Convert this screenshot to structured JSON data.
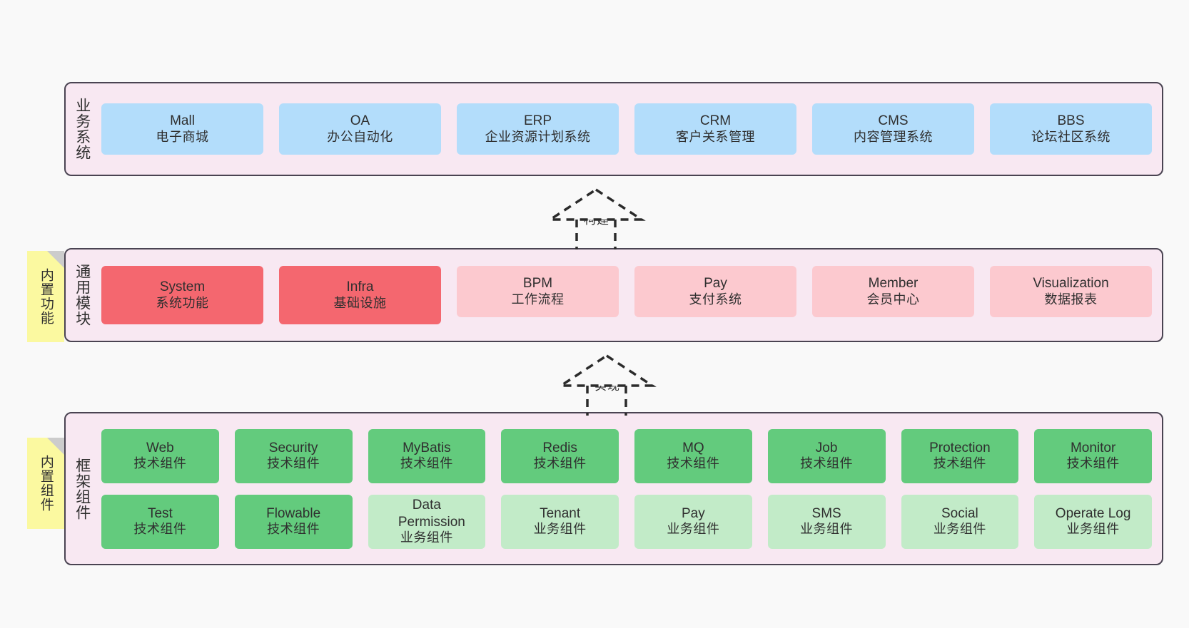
{
  "diagram": {
    "background_color": "#f9f9f9",
    "layer_border_color": "#4a4452",
    "layer_fill_color": "#f8e8f2",
    "sticky_color": "#fbf9a0"
  },
  "layers": [
    {
      "id": "business-system",
      "title": "业务系统",
      "rows": [
        {
          "cells": [
            {
              "en": "Mall",
              "cn": "电子商城",
              "color": "#b3ddfb",
              "style": "c-blue"
            },
            {
              "en": "OA",
              "cn": "办公自动化",
              "color": "#b3ddfb",
              "style": "c-blue"
            },
            {
              "en": "ERP",
              "cn": "企业资源计划系统",
              "color": "#b3ddfb",
              "style": "c-blue"
            },
            {
              "en": "CRM",
              "cn": "客户关系管理",
              "color": "#b3ddfb",
              "style": "c-blue"
            },
            {
              "en": "CMS",
              "cn": "内容管理系统",
              "color": "#b3ddfb",
              "style": "c-blue"
            },
            {
              "en": "BBS",
              "cn": "论坛社区系统",
              "color": "#b3ddfb",
              "style": "c-blue"
            }
          ]
        }
      ]
    },
    {
      "id": "common-module",
      "title": "通用模块",
      "sticky": "内置功能",
      "rows": [
        {
          "cells": [
            {
              "en": "System",
              "cn": "系统功能",
              "color": "#f4676f",
              "style": "c-red"
            },
            {
              "en": "Infra",
              "cn": "基础设施",
              "color": "#f4676f",
              "style": "c-red"
            },
            {
              "en": "BPM",
              "cn": "工作流程",
              "color": "#fcc9cf",
              "style": "c-pink"
            },
            {
              "en": "Pay",
              "cn": "支付系统",
              "color": "#fcc9cf",
              "style": "c-pink"
            },
            {
              "en": "Member",
              "cn": "会员中心",
              "color": "#fcc9cf",
              "style": "c-pink"
            },
            {
              "en": "Visualization",
              "cn": "数据报表",
              "color": "#fcc9cf",
              "style": "c-pink"
            }
          ]
        }
      ]
    },
    {
      "id": "framework-component",
      "title": "框架组件",
      "sticky": "内置组件",
      "rows": [
        {
          "cells": [
            {
              "en": "Web",
              "cn": "技术组件",
              "color": "#63cb7d",
              "style": "c-green"
            },
            {
              "en": "Security",
              "cn": "技术组件",
              "color": "#63cb7d",
              "style": "c-green"
            },
            {
              "en": "MyBatis",
              "cn": "技术组件",
              "color": "#63cb7d",
              "style": "c-green"
            },
            {
              "en": "Redis",
              "cn": "技术组件",
              "color": "#63cb7d",
              "style": "c-green"
            },
            {
              "en": "MQ",
              "cn": "技术组件",
              "color": "#63cb7d",
              "style": "c-green"
            },
            {
              "en": "Job",
              "cn": "技术组件",
              "color": "#63cb7d",
              "style": "c-green"
            },
            {
              "en": "Protection",
              "cn": "技术组件",
              "color": "#63cb7d",
              "style": "c-green"
            },
            {
              "en": "Monitor",
              "cn": "技术组件",
              "color": "#63cb7d",
              "style": "c-green"
            }
          ]
        },
        {
          "cells": [
            {
              "en": "Test",
              "cn": "技术组件",
              "color": "#63cb7d",
              "style": "c-green"
            },
            {
              "en": "Flowable",
              "cn": "技术组件",
              "color": "#63cb7d",
              "style": "c-green"
            },
            {
              "en": "Data Permission",
              "cn": "业务组件",
              "color": "#c2ebc8",
              "style": "c-lightgreen"
            },
            {
              "en": "Tenant",
              "cn": "业务组件",
              "color": "#c2ebc8",
              "style": "c-lightgreen"
            },
            {
              "en": "Pay",
              "cn": "业务组件",
              "color": "#c2ebc8",
              "style": "c-lightgreen"
            },
            {
              "en": "SMS",
              "cn": "业务组件",
              "color": "#c2ebc8",
              "style": "c-lightgreen"
            },
            {
              "en": "Social",
              "cn": "业务组件",
              "color": "#c2ebc8",
              "style": "c-lightgreen"
            },
            {
              "en": "Operate Log",
              "cn": "业务组件",
              "color": "#c2ebc8",
              "style": "c-lightgreen"
            }
          ]
        }
      ]
    }
  ],
  "connectors": [
    {
      "id": "build",
      "label": "构建",
      "from": "common-module",
      "to": "business-system"
    },
    {
      "id": "implement",
      "label": "实现",
      "from": "framework-component",
      "to": "common-module"
    }
  ]
}
